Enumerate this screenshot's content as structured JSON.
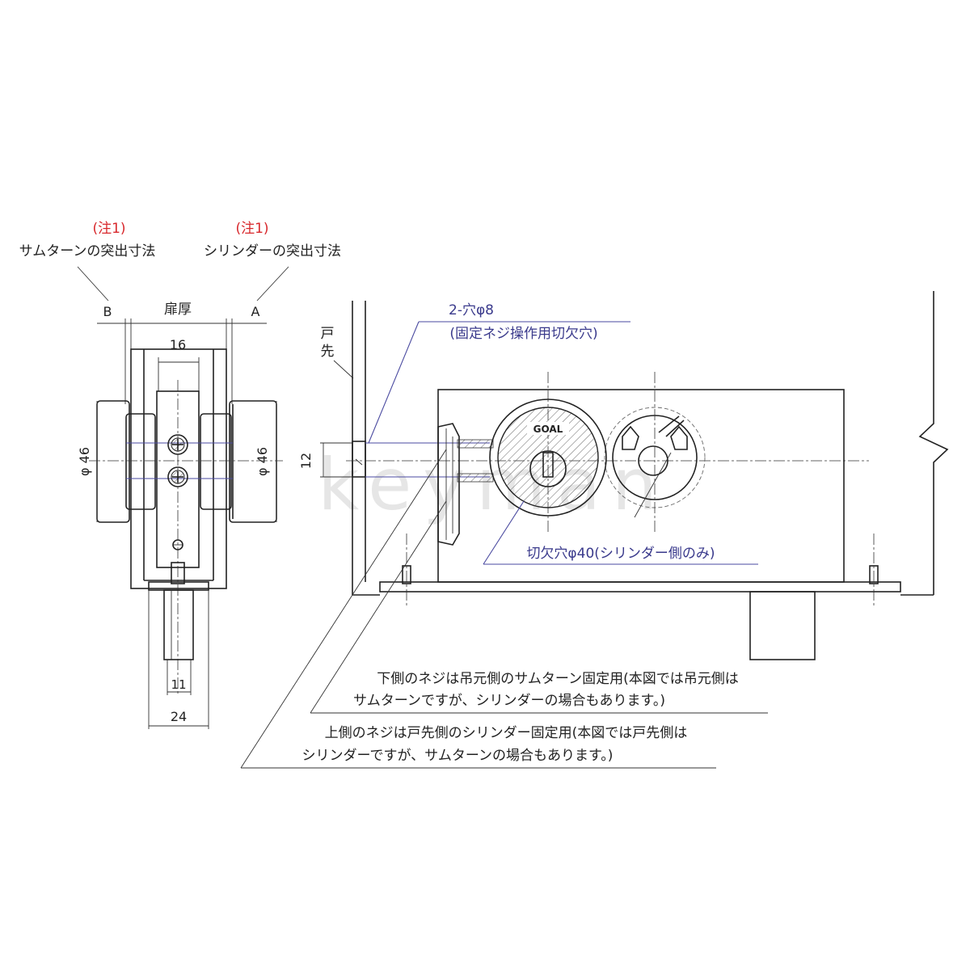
{
  "colors": {
    "line": "#222222",
    "leader_blue": "#4a4aa0",
    "note_red": "#d8282c"
  },
  "side_view": {
    "note_left": {
      "tag": "(注1)",
      "label": "サムターンの突出寸法"
    },
    "note_right": {
      "tag": "(注1)",
      "label": "シリンダーの突出寸法"
    },
    "ref_b": "B",
    "ref_a": "A",
    "door_thickness": "扉厚",
    "dim_16": "16",
    "dim_phi46_left": "φ 46",
    "dim_phi46_right": "φ 46",
    "dim_11": "11",
    "dim_24": "24"
  },
  "front_view": {
    "edge_label_1": "戸",
    "edge_label_2": "先",
    "hole_note_1": "2-穴φ8",
    "hole_note_2": "(固定ネジ操作用切欠穴)",
    "dim_12": "12",
    "cutout_note": "切欠穴φ40(シリンダー側のみ)",
    "cylinder_brand": "GOAL",
    "note_lower_1": "下側のネジは吊元側のサムターン固定用(本図では吊元側は",
    "note_lower_2": "サムターンですが、シリンダーの場合もあります。)",
    "note_upper_1": "上側のネジは戸先側のシリンダー固定用(本図では戸先側は",
    "note_upper_2": "シリンダーですが、サムターンの場合もあります。)"
  },
  "watermark": "keyman"
}
